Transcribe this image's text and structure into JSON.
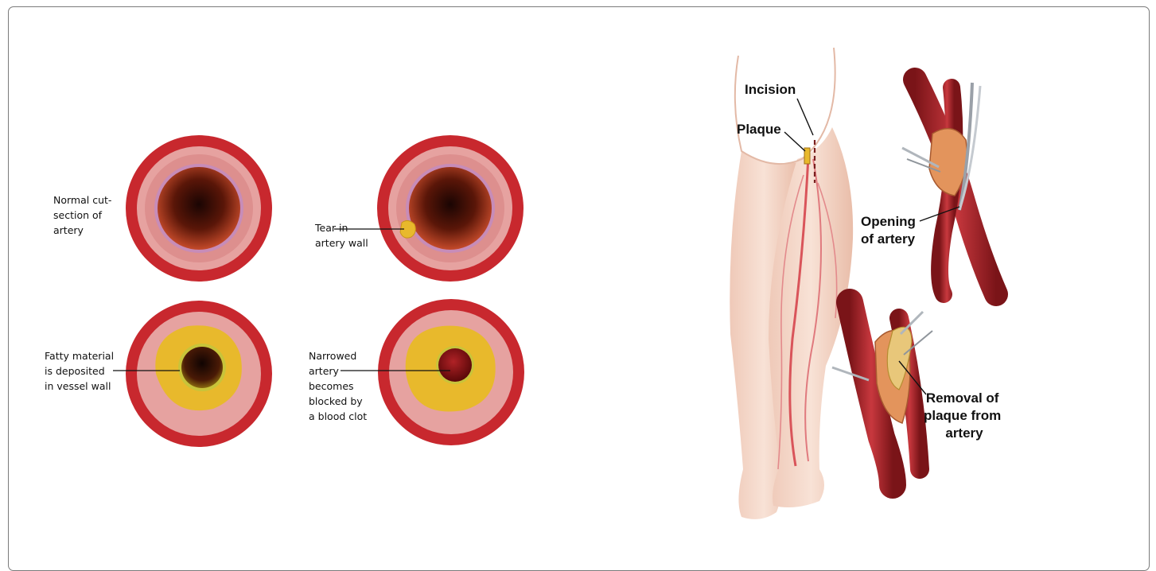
{
  "left_panel": {
    "labels": {
      "normal": [
        "Normal cut-",
        "section of",
        "artery"
      ],
      "tear": [
        "Tear in",
        "artery wall"
      ],
      "fatty": [
        "Fatty material",
        "is deposited",
        "in vessel wall"
      ],
      "narrowed": [
        "Narrowed",
        "artery",
        "becomes",
        "blocked by",
        "a blood clot"
      ]
    }
  },
  "right_panel": {
    "labels": {
      "incision": "Incision",
      "plaque": "Plaque",
      "opening": [
        "Opening",
        "of artery"
      ],
      "removal": [
        "Removal of",
        "plaque from",
        "artery"
      ]
    }
  },
  "colors": {
    "frame_border": "#7a7a7a",
    "artery_outer": "#c8282e",
    "artery_wall": "#e9a3a3",
    "lumen": "#2a0a06",
    "fatty_plaque": "#e8b92c",
    "clot": "#8c1013",
    "skin": "#f4d6c8",
    "vessel": "#d9545a"
  }
}
